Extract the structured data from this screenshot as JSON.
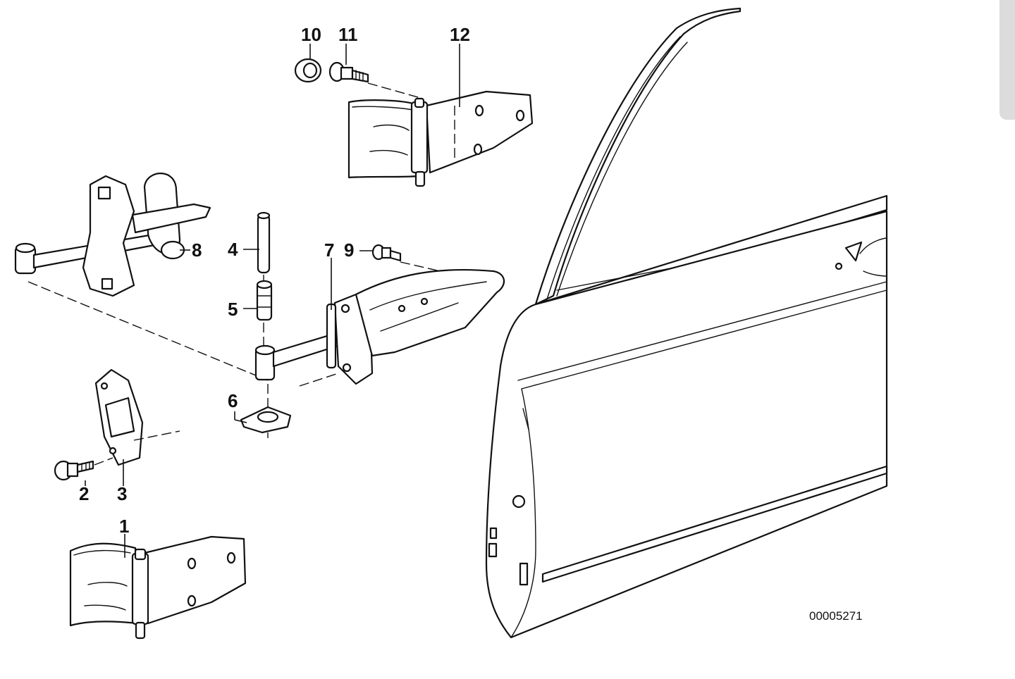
{
  "diagram": {
    "reference_number": "00005271",
    "callouts": [
      "1",
      "2",
      "3",
      "4",
      "5",
      "6",
      "7",
      "8",
      "9",
      "10",
      "11",
      "12"
    ]
  },
  "scrollbar": {
    "color": "#dcdcdc"
  }
}
